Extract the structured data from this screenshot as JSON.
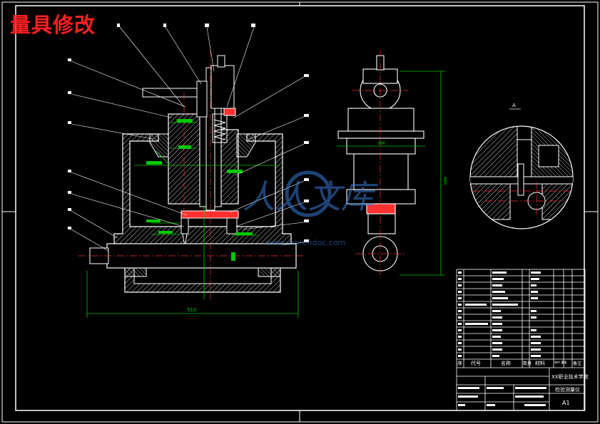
{
  "header": {
    "overlay_title": "量具修改"
  },
  "colors": {
    "background": "#000000",
    "outline": "#ffffff",
    "hatch": "#ffffff",
    "dimension": "#00c800",
    "centerline": "#ff3030",
    "leader": "#ffffff",
    "title_overlay": "#ff2020",
    "watermark": "#3a7bd5"
  },
  "title_block": {
    "col_seq": "序",
    "col_code": "代号",
    "col_name": "名称",
    "col_qty": "数量",
    "col_material": "材料",
    "col_weight": "单件 重量",
    "col_note": "备注",
    "school": "XX职业技术学院",
    "drawing_name": "检验测量仪",
    "sheet_size": "A1"
  },
  "dimensions": {
    "front_width": "510",
    "side_height": "465",
    "side_width": "RM",
    "detail_ref": "A"
  },
  "watermark": {
    "text": "人人文库",
    "url": "www.renrendoc.com"
  }
}
